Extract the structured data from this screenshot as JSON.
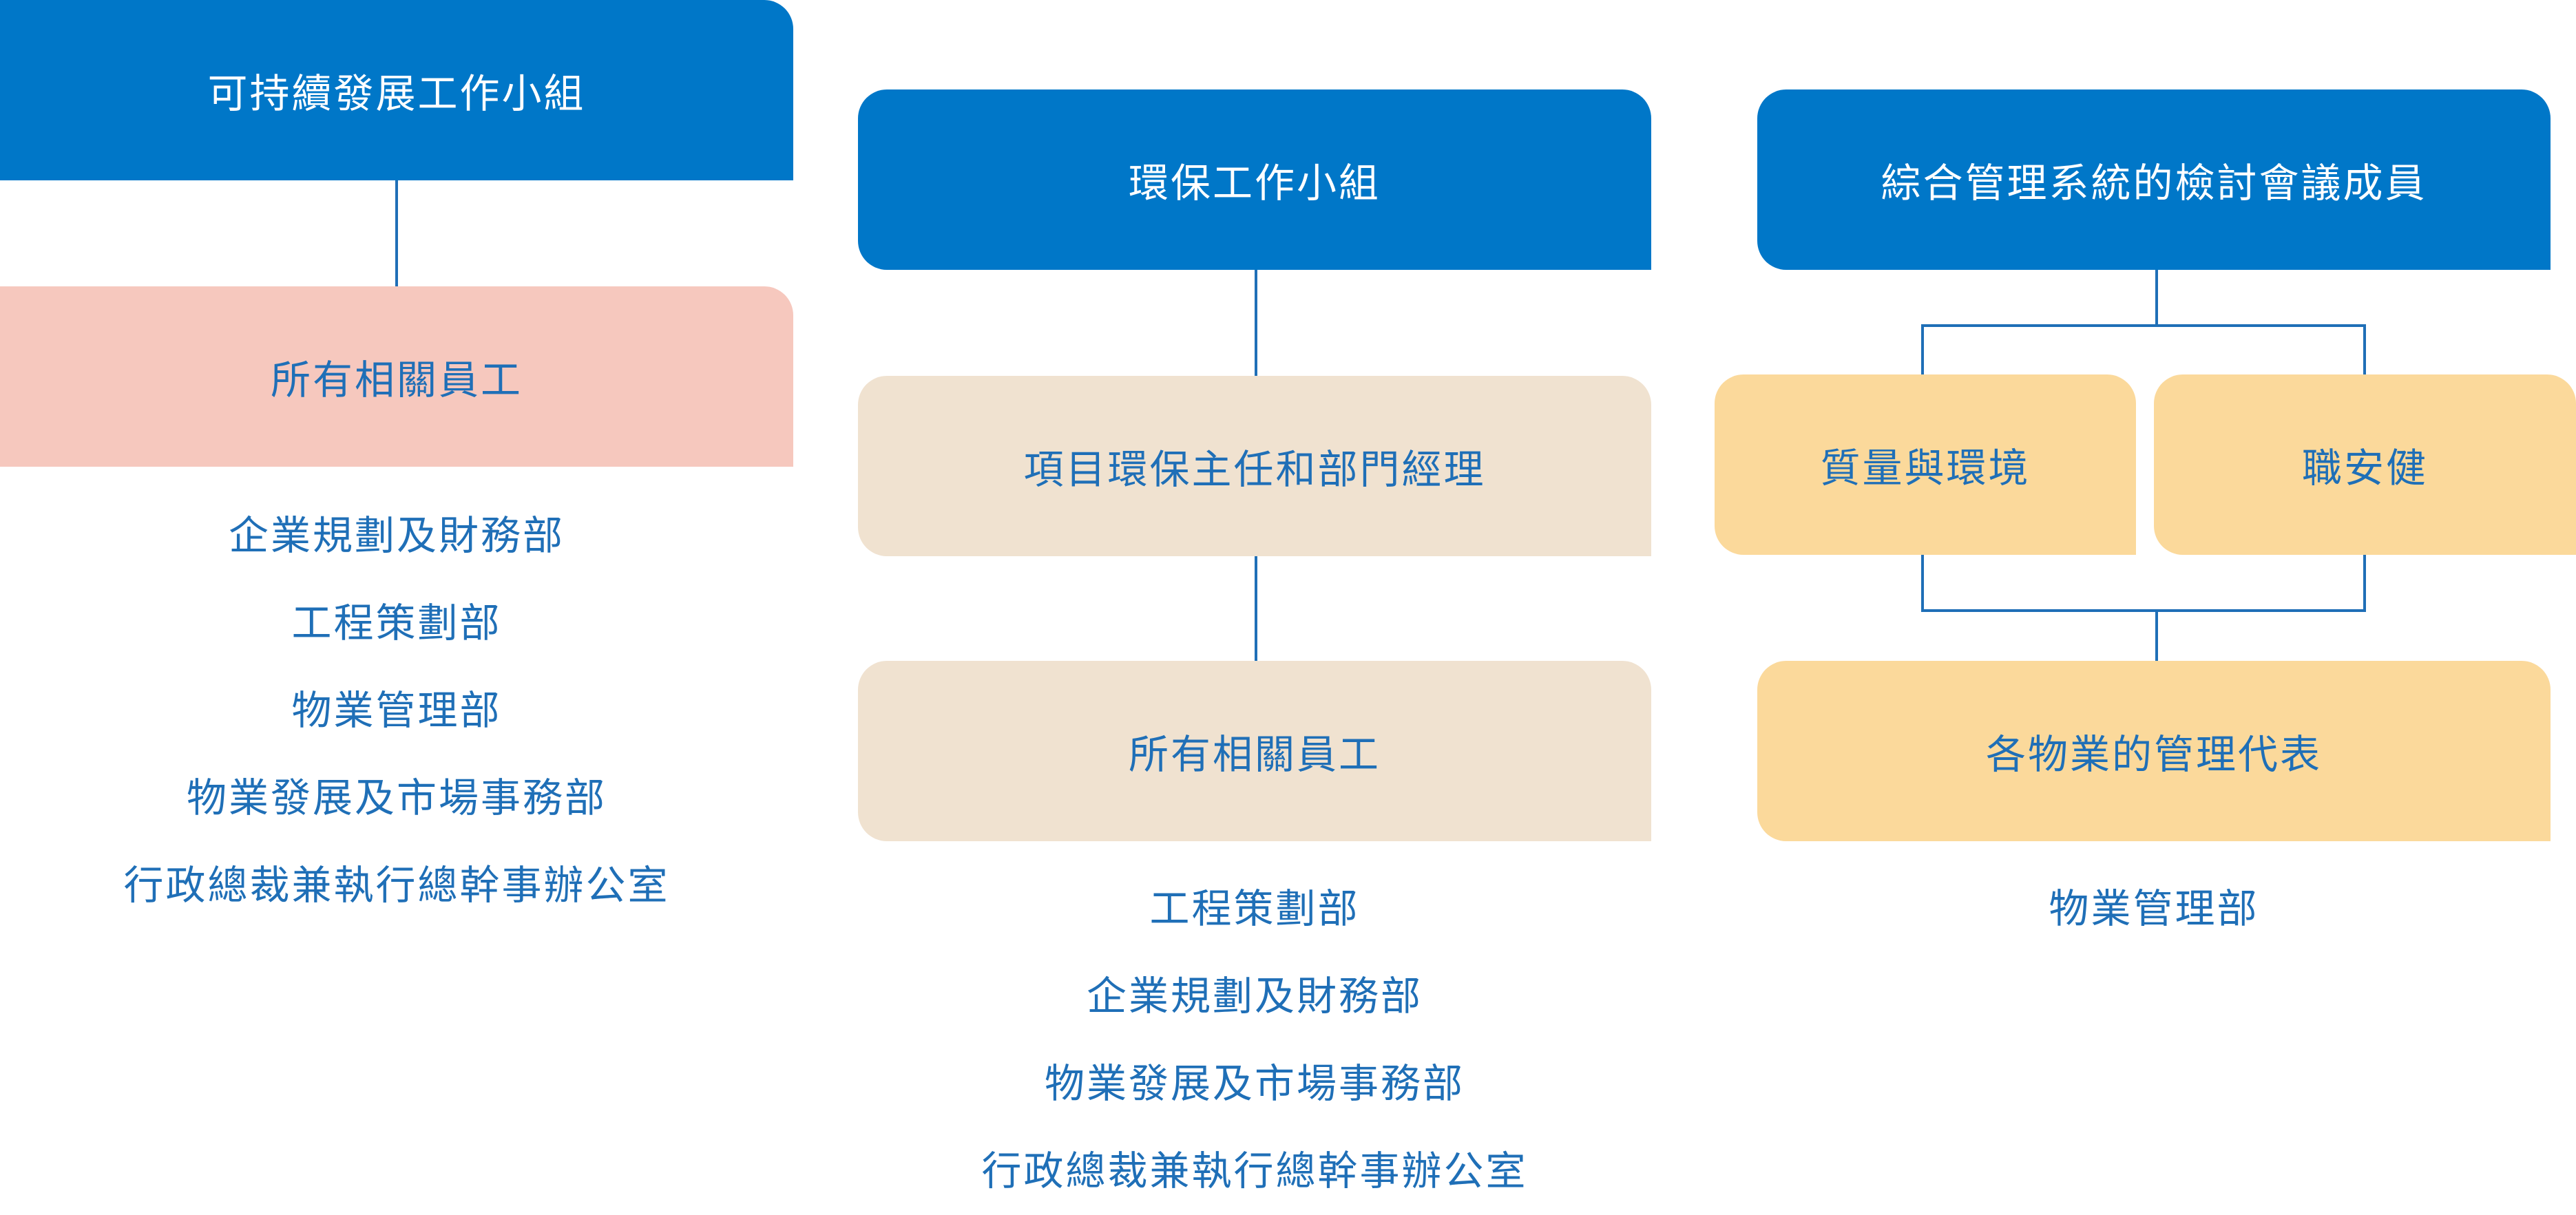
{
  "colors": {
    "primary_blue": "#0077c8",
    "text_blue": "#1f6fb7",
    "pink": "#f6c8be",
    "beige": "#f0e2d0",
    "yellow": "#fbd99b"
  },
  "column1": {
    "title": "可持續發展工作小組",
    "staff": "所有相關員工",
    "departments": [
      "企業規劃及財務部",
      "工程策劃部",
      "物業管理部",
      "物業發展及市場事務部",
      "行政總裁兼執行總幹事辦公室"
    ]
  },
  "column2": {
    "title": "環保工作小組",
    "managers": "項目環保主任和部門經理",
    "staff": "所有相關員工",
    "departments": [
      "工程策劃部",
      "企業規劃及財務部",
      "物業發展及市場事務部",
      "行政總裁兼執行總幹事辦公室"
    ]
  },
  "column3": {
    "title": "綜合管理系統的檢討會議成員",
    "quality": "質量與環境",
    "safety": "職安健",
    "reps": "各物業的管理代表",
    "departments": [
      "物業管理部"
    ]
  }
}
